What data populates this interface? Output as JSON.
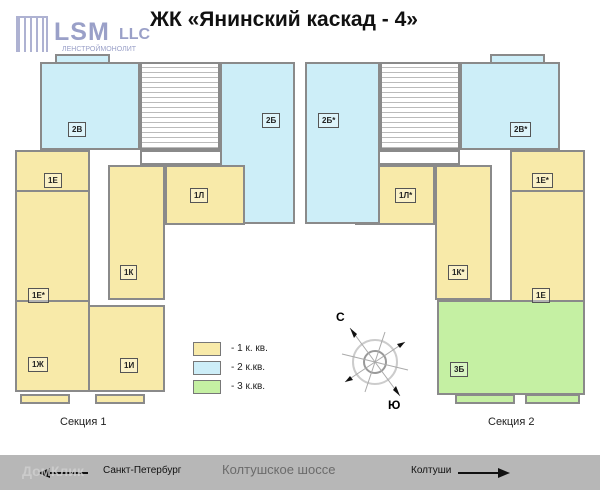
{
  "header": {
    "title": "ЖК «Янинский каскад - 4»"
  },
  "logo": {
    "name": "LSM",
    "suffix": "LLC",
    "subtitle": "ЛЕНСТРОЙМОНОЛИТ"
  },
  "apartments": [
    {
      "code": "2В",
      "type": "2"
    },
    {
      "code": "2Б",
      "type": "2"
    },
    {
      "code": "1Л",
      "type": "1"
    },
    {
      "code": "1Е",
      "type": "1"
    },
    {
      "code": "1Е*",
      "type": "1"
    },
    {
      "code": "1К",
      "type": "1"
    },
    {
      "code": "1Ж",
      "type": "1"
    },
    {
      "code": "1И",
      "type": "1"
    },
    {
      "code": "1Л*",
      "type": "1"
    },
    {
      "code": "2Б*",
      "type": "2"
    },
    {
      "code": "2В*",
      "type": "2"
    },
    {
      "code": "1Е*",
      "type": "1"
    },
    {
      "code": "1К*",
      "type": "1"
    },
    {
      "code": "1Е",
      "type": "1"
    },
    {
      "code": "3Б",
      "type": "3"
    }
  ],
  "legend": [
    {
      "label": "- 1 к. кв.",
      "color": "#f8eaa9"
    },
    {
      "label": "- 2 к.кв.",
      "color": "#cdeef8"
    },
    {
      "label": "- 3 к.кв.",
      "color": "#c5f0a3"
    }
  ],
  "compass": {
    "north": "С",
    "south": "Ю"
  },
  "sections": [
    "Секция 1",
    "Секция 2"
  ],
  "road": {
    "left_direction": "Санкт-Петербург",
    "highway": "Колтушское шоссе",
    "right_direction": "Колтуши",
    "watermark": "ДомКлик"
  }
}
